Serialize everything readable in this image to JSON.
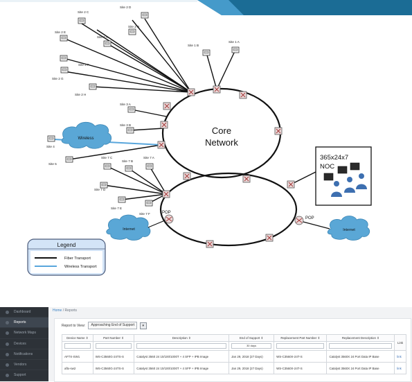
{
  "diagram": {
    "core_label_line1": "Core",
    "core_label_line2": "Network",
    "sites": {
      "s1a": "Site 1 A",
      "s1b": "Site 1 B",
      "s2a": "Site 2 A",
      "s2b": "Site 2 B",
      "s2c": "Site 2 C",
      "s2d": "Site 2 D",
      "s2e": "Site 2 E",
      "s2f": "Site 2 F",
      "s2g": "Site 2 G",
      "s2h": "Site 2 H",
      "s3a": "Site 3 A",
      "s3b": "Site 3 B",
      "s4": "Site 4",
      "s5": "Site 5",
      "s7a": "Site 7 A",
      "s7b": "Site 7 B",
      "s7c": "Site 7 C",
      "s7d": "Site 7 D",
      "s7e": "Site 7 E",
      "s7f": "Site 7 F"
    },
    "wireless_label": "Wireless",
    "internet_left": "Internet",
    "internet_right": "Internet",
    "pop_left": "POP",
    "pop_right": "POP",
    "noc_line1": "365x24x7",
    "noc_line2": "NOC",
    "legend": {
      "title": "Legend",
      "fiber": "Fiber Transport",
      "wireless": "Wireless Transport"
    },
    "colors": {
      "cloud": "#5aa7d6",
      "legend_fill": "#d3e4f7",
      "wireless_line": "#58a6dc",
      "banner": "#1b6c95"
    }
  },
  "app": {
    "sidebar": [
      "Dashboard",
      "Reports",
      "Network Maps",
      "Devices",
      "Notifications",
      "Vendors",
      "Support"
    ],
    "breadcrumb_home": "Home",
    "breadcrumb_sep": "/",
    "breadcrumb_current": "Reports",
    "report_label": "Report to View:",
    "report_value": "Approaching End of Support",
    "columns": [
      "Device Name ⇕",
      "Part Number ⇕",
      "Description ⇕",
      "End of Support ⇕",
      "Replacement Part Number ⇕",
      "Replacement Description ⇕",
      "Link"
    ],
    "filter_eos": "30 days",
    "rows": [
      {
        "device": "AFTX-SW1",
        "part": "WS-C3560G-24TS-S",
        "desc": "Catalyst 3560 24 10/100/1000T + 4 SFP + IPB Image",
        "eos": "Jan 29, 2018 (27 Days)",
        "rpart": "WS-C3560X-24T-S",
        "rdesc": "Catalyst 3560X 24 Port Data IP Base",
        "link": "link"
      },
      {
        "device": "aftx-sw2",
        "part": "WS-C3560G-24TS-S",
        "desc": "Catalyst 3560 24 10/100/1000T + 4 SFP + IPB Image",
        "eos": "Jan 29, 2018 (27 Days)",
        "rpart": "WS-C3560X-24T-S",
        "rdesc": "Catalyst 3560X 24 Port Data IP Base",
        "link": "link"
      }
    ]
  }
}
